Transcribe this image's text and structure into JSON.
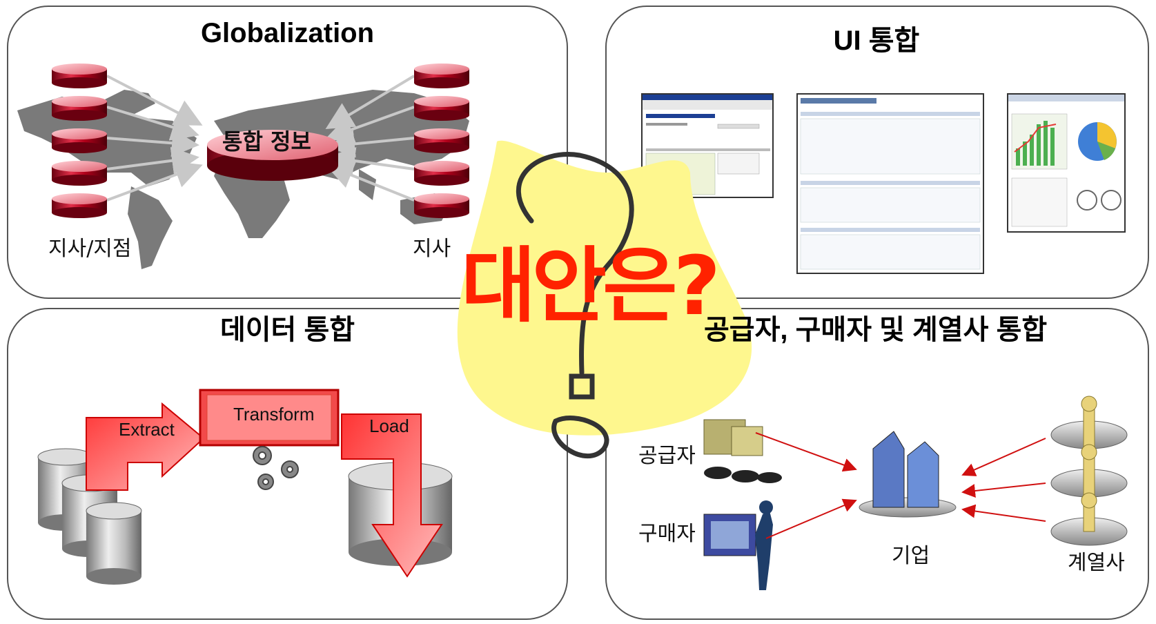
{
  "panels": {
    "globalization": {
      "title": "Globalization",
      "center_label": "통합 정보",
      "left_label": "지사/지점",
      "right_label": "지사"
    },
    "ui": {
      "title": "UI 통합"
    },
    "data": {
      "title": "데이터 통합",
      "extract": "Extract",
      "transform": "Transform",
      "load": "Load"
    },
    "partner": {
      "title": "공급자, 구매자 및 계열사 통합",
      "supplier": "공급자",
      "buyer": "구매자",
      "enterprise": "기업",
      "affiliate": "계열사"
    }
  },
  "overlay": {
    "question_text": "대안은?"
  },
  "colors": {
    "accent_red": "#ff2200",
    "cylinder_red": "#b0001a",
    "note_yellow": "#fef78e"
  }
}
